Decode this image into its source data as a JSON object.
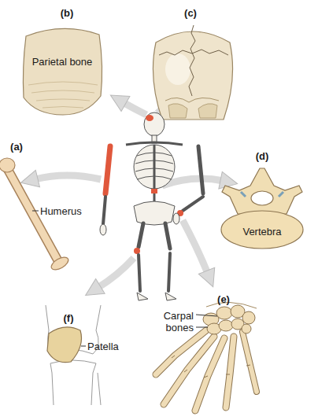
{
  "diagram": {
    "labels": [
      "(b)",
      "(c)",
      "Parietal bone",
      "(a)",
      "(d)",
      "Humerus",
      "Vertebra",
      "(e)",
      "Carpal bones",
      "(f)",
      "Patella"
    ]
  }
}
